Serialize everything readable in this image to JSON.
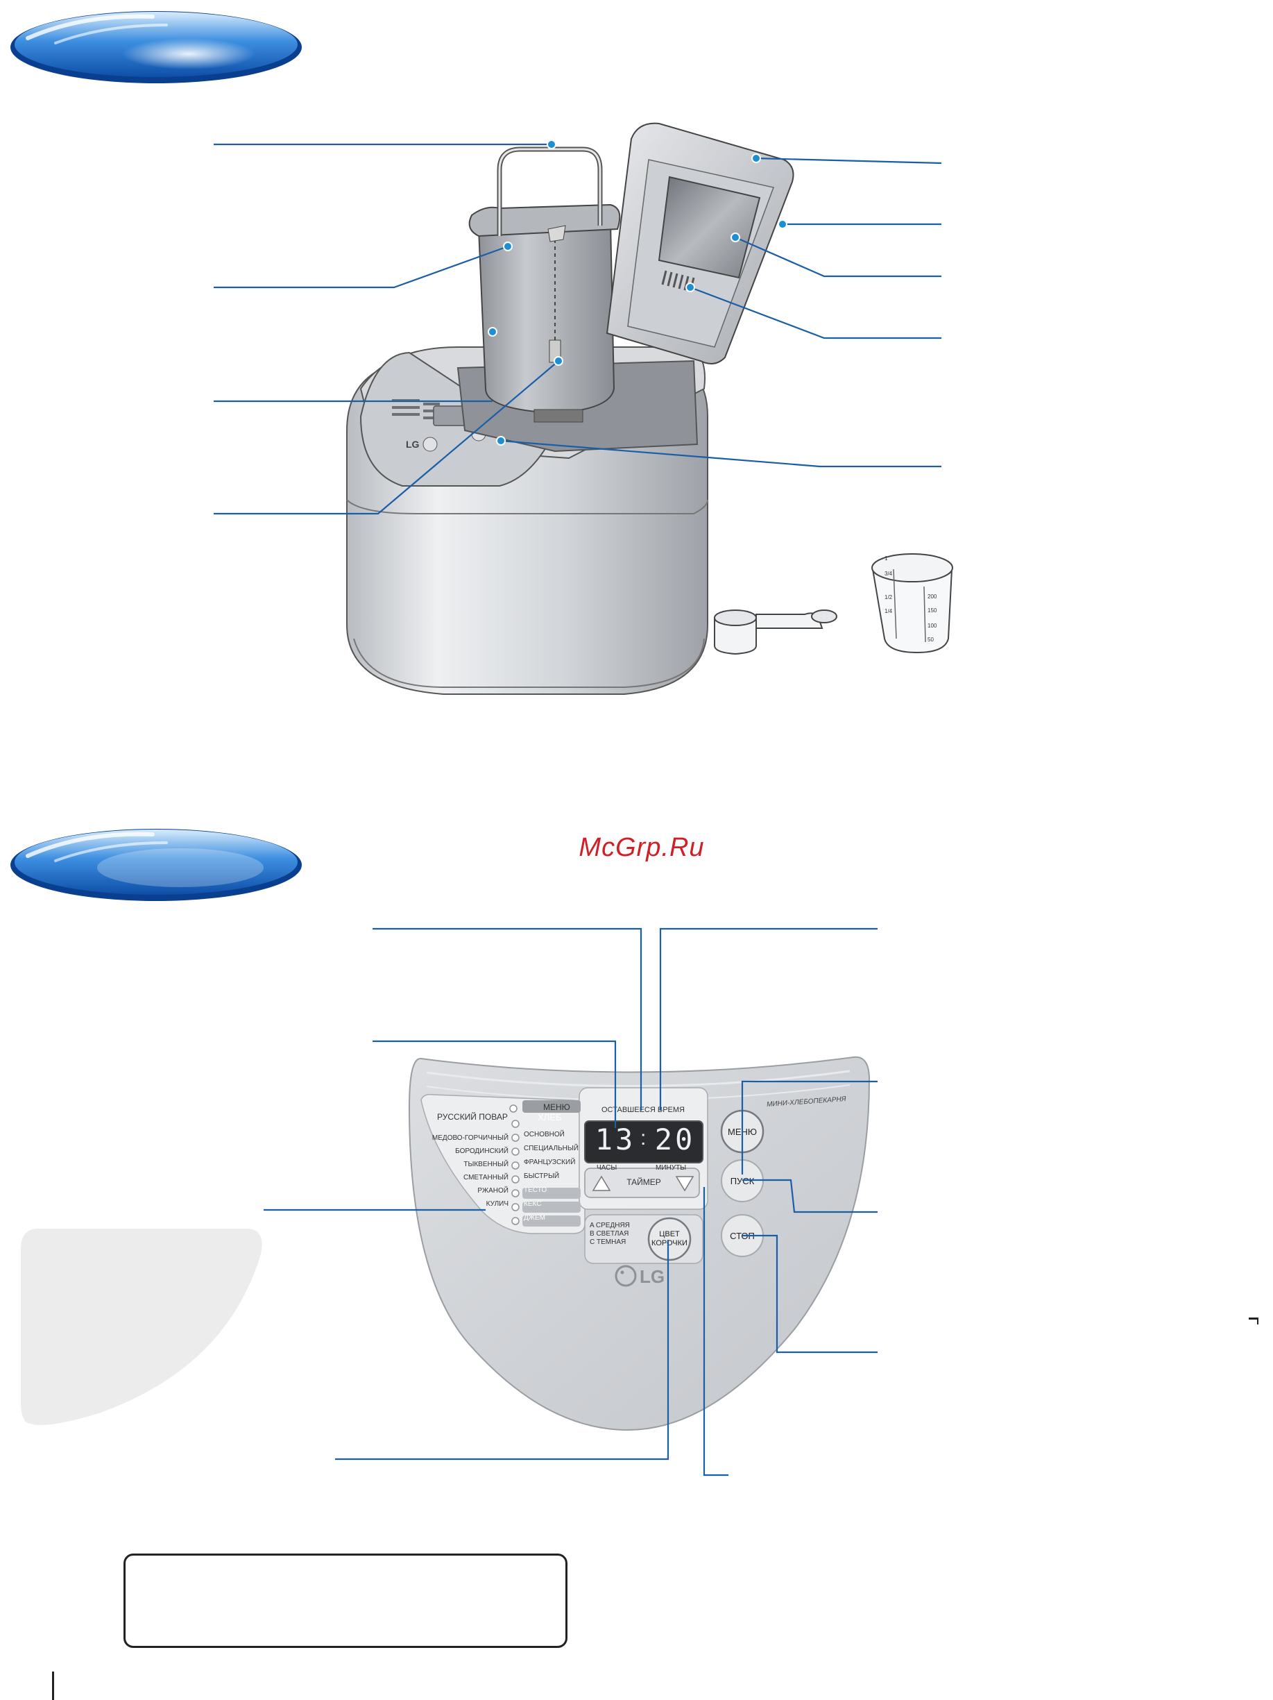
{
  "watermark": "McGrp.Ru",
  "panel": {
    "menu_header": "МЕНЮ",
    "russian_chef": "РУССКИЙ ПОВАР",
    "bread_header": "ХЛЕБ",
    "left_programs": [
      "МЕДОВО-ГОРЧИЧНЫЙ",
      "БОРОДИНСКИЙ",
      "ТЫКВЕННЫЙ",
      "СМЕТАННЫЙ",
      "РЖАНОЙ",
      "КУЛИЧ"
    ],
    "right_programs": [
      "ОСНОВНОЙ",
      "СПЕЦИАЛЬНЫЙ",
      "ФРАНЦУЗСКИЙ",
      "БЫСТРЫЙ",
      "ТЕСТО",
      "КЕКС",
      "ДЖЕМ"
    ],
    "remaining_time": "ОСТАВШЕЕСЯ ВРЕМЯ",
    "display_hours": "13",
    "display_minutes": "20",
    "hours_label": "ЧАСЫ",
    "minutes_label": "МИНУТЫ",
    "timer_label": "ТАЙМЕР",
    "crust_options": [
      "A СРЕДНЯЯ",
      "B СВЕТЛАЯ",
      "C ТЕМНАЯ"
    ],
    "crust_button_line1": "ЦВЕТ",
    "crust_button_line2": "КОРОЧКИ",
    "brand": "LG",
    "product_name": "МИНИ-ХЛЕБОПЕКАРНЯ",
    "menu_button": "МЕНЮ",
    "start_button": "ПУСК",
    "stop_button": "СТОП"
  },
  "cup": {
    "marks_left": [
      "1",
      "3/4",
      "1/2",
      "1/4"
    ],
    "marks_right": [
      "200",
      "150",
      "100",
      "50"
    ]
  },
  "colors": {
    "accent_blue": "#1a5ea8",
    "dot_blue": "#1a8fd6",
    "watermark_red": "#d21f25"
  }
}
